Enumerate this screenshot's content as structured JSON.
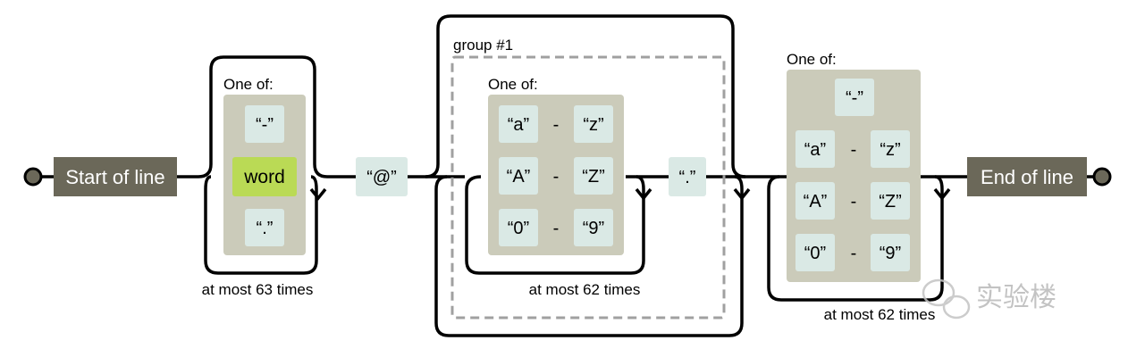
{
  "diagram": {
    "start_label": "Start of line",
    "end_label": "End of line",
    "set1": {
      "title": "One of:",
      "items": [
        "“-”",
        "word",
        "“.”"
      ],
      "repeat": "at most 63 times"
    },
    "at_literal": "“@”",
    "group": {
      "title": "group #1",
      "set_title": "One of:",
      "ranges": [
        {
          "from": "“a”",
          "sep": "-",
          "to": "“z”"
        },
        {
          "from": "“A”",
          "sep": "-",
          "to": "“Z”"
        },
        {
          "from": "“0”",
          "sep": "-",
          "to": "“9”"
        }
      ],
      "inner_repeat": "at most 62 times",
      "dot_literal": "“.”"
    },
    "set3": {
      "title": "One of:",
      "dash": "“-”",
      "ranges": [
        {
          "from": "“a”",
          "sep": "-",
          "to": "“z”"
        },
        {
          "from": "“A”",
          "sep": "-",
          "to": "“Z”"
        },
        {
          "from": "“0”",
          "sep": "-",
          "to": "“9”"
        }
      ],
      "repeat": "at most 62 times"
    },
    "watermark": "实验楼"
  },
  "colors": {
    "terminal": "#6b6859",
    "set_box": "#cbcbba",
    "literal_box": "#dae9e5",
    "word_box": "#bada55",
    "dash_border": "#a0a0a0",
    "line": "#000000"
  }
}
